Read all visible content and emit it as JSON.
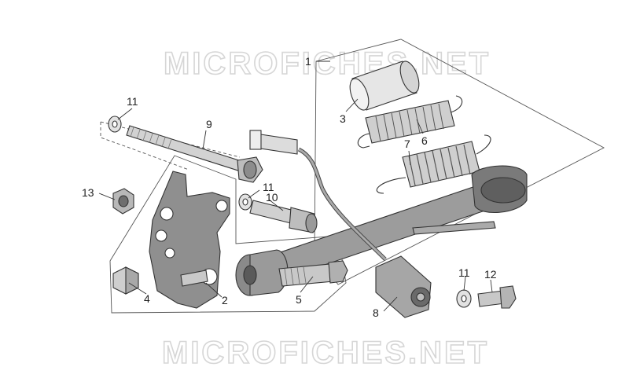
{
  "watermark": {
    "top": "MICROFICHES.NET",
    "bottom": "MICROFICHES.NET"
  },
  "callouts": {
    "c1": "1",
    "c2": "2",
    "c3": "3",
    "c4": "4",
    "c5": "5",
    "c6": "6",
    "c7": "7",
    "c8": "8",
    "c9": "9",
    "c10": "10",
    "c11a": "11",
    "c11b": "11",
    "c11c": "11",
    "c12": "12",
    "c13": "13"
  },
  "colors": {
    "part_fill": "#bdbdbd",
    "part_dark": "#6f6f6f",
    "line": "#333333",
    "watermark": "#d6d6d6"
  }
}
